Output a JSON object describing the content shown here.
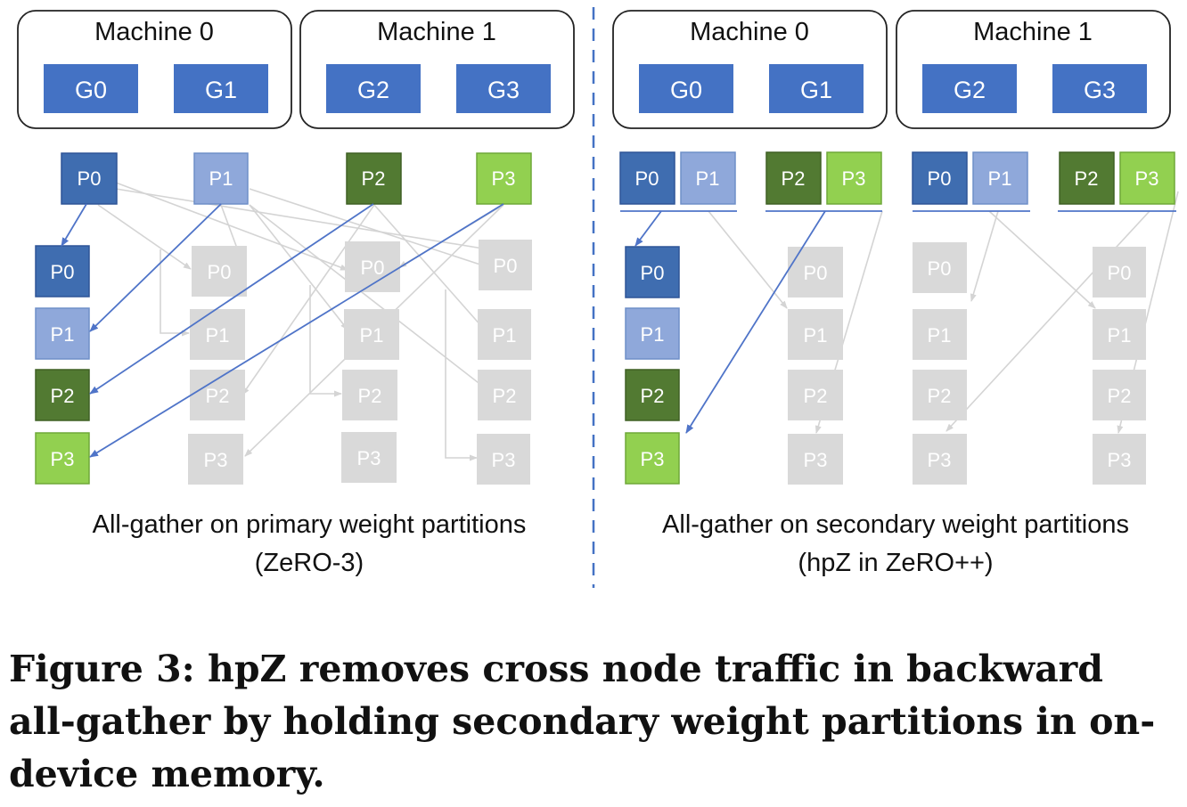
{
  "colors": {
    "p0": "#3f6db0",
    "p1": "#8fa8da",
    "p2": "#527a32",
    "p3": "#92d050",
    "gpu": "#4472c4",
    "faded_box": "#d9d9d9",
    "faded_text": "#ffffff",
    "arrow_active": "#4f74c8",
    "arrow_faded": "#d4d4d4",
    "divider": "#4472c4"
  },
  "left_panel": {
    "machines": [
      {
        "label": "Machine 0",
        "gpus": [
          "G0",
          "G1"
        ]
      },
      {
        "label": "Machine 1",
        "gpus": [
          "G2",
          "G3"
        ]
      }
    ],
    "source_partitions": [
      "P0",
      "P1",
      "P2",
      "P3"
    ],
    "gathered_partitions": [
      "P0",
      "P1",
      "P2",
      "P3"
    ],
    "caption_line1": "All-gather on primary weight partitions",
    "caption_line2": "(ZeRO-3)"
  },
  "right_panel": {
    "machines": [
      {
        "label": "Machine 0",
        "gpus": [
          "G0",
          "G1"
        ]
      },
      {
        "label": "Machine 1",
        "gpus": [
          "G2",
          "G3"
        ]
      }
    ],
    "source_partition_pairs": [
      [
        "P0",
        "P1"
      ],
      [
        "P2",
        "P3"
      ],
      [
        "P0",
        "P1"
      ],
      [
        "P2",
        "P3"
      ]
    ],
    "gathered_partitions": [
      "P0",
      "P1",
      "P2",
      "P3"
    ],
    "caption_line1": "All-gather on secondary weight partitions",
    "caption_line2": "(hpZ in ZeRO++)"
  },
  "figure_caption": "Figure 3:  hpZ removes cross node traffic in backward all-gather by holding secondary weight partitions in on-device memory."
}
